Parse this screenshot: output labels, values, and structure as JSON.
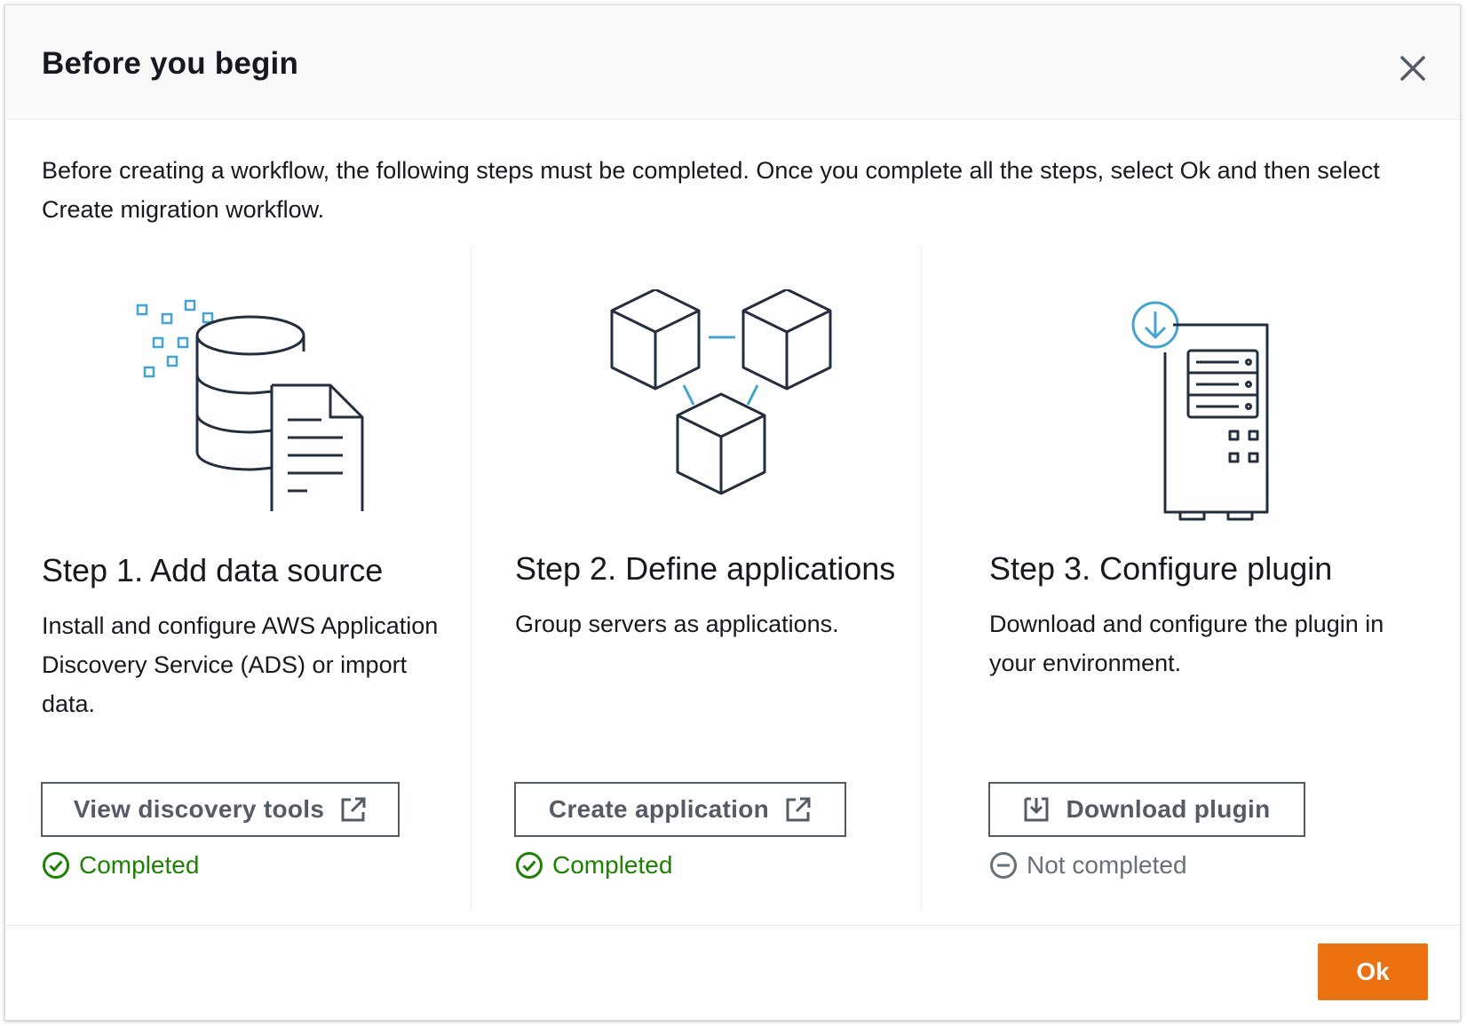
{
  "dialog": {
    "title": "Before you begin",
    "intro": "Before creating a workflow, the following steps must be completed. Once you complete all the steps, select Ok and then select Create migration workflow.",
    "ok_label": "Ok"
  },
  "steps": [
    {
      "title": "Step 1. Add data source",
      "description": "Install and configure AWS Application Discovery Service (ADS) or import data.",
      "button_label": "View discovery tools",
      "button_icon": "external-link-icon",
      "status": "Completed",
      "status_icon": "check-circle-icon"
    },
    {
      "title": "Step 2. Define applications",
      "description": "Group servers as applications.",
      "button_label": "Create application",
      "button_icon": "external-link-icon",
      "status": "Completed",
      "status_icon": "check-circle-icon"
    },
    {
      "title": "Step 3. Configure plugin",
      "description": "Download and configure the plugin in your environment.",
      "button_label": "Download plugin",
      "button_icon": "download-icon",
      "status": "Not completed",
      "status_icon": "minus-circle-icon"
    }
  ],
  "colors": {
    "completed": "#1d8102",
    "not_completed": "#687078",
    "primary": "#ec7211",
    "accent": "#45a3d0"
  }
}
